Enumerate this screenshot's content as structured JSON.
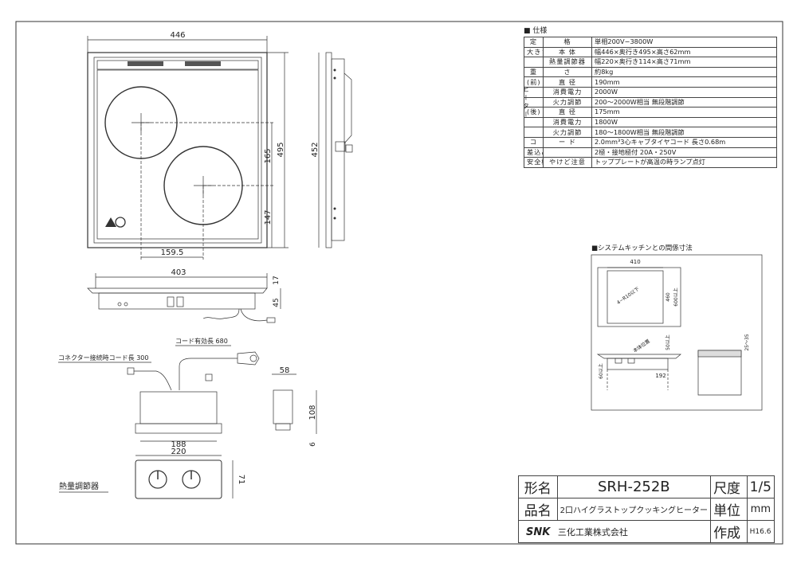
{
  "spec_heading": "■ 仕様",
  "spec_rows": [
    {
      "k1": "定",
      "k2": "格",
      "v": "単相200V−3800W"
    },
    {
      "k1": "大きさ",
      "k2": "本 体",
      "v": "幅446×奥行き495×高さ62mm"
    },
    {
      "k1": "",
      "k2": "熱量調節器",
      "v": "幅220×奥行き114×高さ71mm"
    },
    {
      "k1": "重",
      "k2": "さ",
      "v": "約8kg"
    },
    {
      "k1": "(前)",
      "k2": "直 径",
      "v": "190mm"
    },
    {
      "k1": "",
      "k2": "消費電力",
      "v": "2000W"
    },
    {
      "k1": "",
      "k2": "火力調節",
      "v": "200〜2000W相当 無段階調節"
    },
    {
      "k1": "(後)",
      "k2": "直 径",
      "v": "175mm"
    },
    {
      "k1": "",
      "k2": "消費電力",
      "v": "1800W"
    },
    {
      "k1": "",
      "k2": "火力調節",
      "v": "180〜1800W相当 無段階調節"
    },
    {
      "k1": "コ",
      "k2": "ー ド",
      "v": "2.0mm³3心キャブタイヤコード 長さ0.68m"
    },
    {
      "k1": "差込みプラグ",
      "k2": "",
      "v": "2極・接地極付 20A・250V"
    },
    {
      "k1": "安全機能",
      "k2": "やけど注意",
      "v": "トッププレートが高温の時ランプ点灯"
    }
  ],
  "spec_side_label": "ヒ ー タ ー",
  "kitchen_heading": "■システムキッチンとの間係寸法",
  "dimensions": {
    "top_width": "446",
    "top_depth": "495",
    "side_height": "452",
    "burner_gap": "165",
    "front_offset": "147",
    "center_offset": "159.5",
    "body_width": "403",
    "body_h1": "17",
    "body_h2": "45",
    "connector_cord": "コネクター接続時コード長 300",
    "cord_length": "コード有効長 680",
    "ctrl_depth": "58",
    "ctrl_height": "108",
    "ctrl_base": "6",
    "ctrl_bottom_width": "188",
    "ctrl_front_width": "220",
    "ctrl_front_height": "71",
    "cut_width": "410",
    "cut_depth": "460",
    "cut_depth_range": "600以上",
    "cut_corner": "4−R10以下",
    "cut_total": "50以上",
    "cut_side": "192",
    "cut_side2": "60以上",
    "cut_thick": "25〜35",
    "cut_label_a": "本体位置"
  },
  "controller_label": "熱量調節器",
  "title_block": {
    "model_label": "形名",
    "model_value": "SRH-252B",
    "scale_label": "尺度",
    "scale_value": "1/5",
    "product_label": "品名",
    "product_value": "2口ハイグラストップクッキングヒーター",
    "unit_label": "単位",
    "unit_value": "mm",
    "company_logo": "SNK",
    "company_name": "三化工業株式会社",
    "made_label": "作成",
    "made_value": "H16.6"
  }
}
